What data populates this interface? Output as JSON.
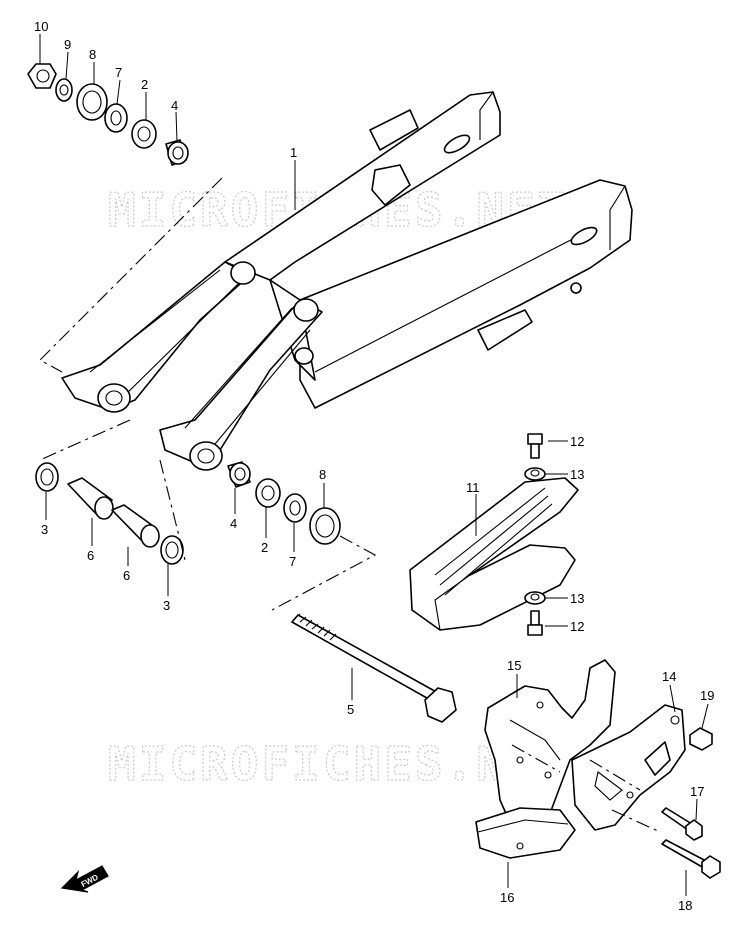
{
  "watermark": "MICROFICHES.NET",
  "fwd_label": "FWD",
  "callouts": [
    {
      "id": "c10",
      "label": "10"
    },
    {
      "id": "c9",
      "label": "9"
    },
    {
      "id": "c8a",
      "label": "8"
    },
    {
      "id": "c7a",
      "label": "7"
    },
    {
      "id": "c2a",
      "label": "2"
    },
    {
      "id": "c4a",
      "label": "4"
    },
    {
      "id": "c1",
      "label": "1"
    },
    {
      "id": "c3a",
      "label": "3"
    },
    {
      "id": "c6a",
      "label": "6"
    },
    {
      "id": "c6b",
      "label": "6"
    },
    {
      "id": "c3b",
      "label": "3"
    },
    {
      "id": "c4b",
      "label": "4"
    },
    {
      "id": "c2b",
      "label": "2"
    },
    {
      "id": "c7b",
      "label": "7"
    },
    {
      "id": "c8b",
      "label": "8"
    },
    {
      "id": "c5",
      "label": "5"
    },
    {
      "id": "c12a",
      "label": "12"
    },
    {
      "id": "c13a",
      "label": "13"
    },
    {
      "id": "c11",
      "label": "11"
    },
    {
      "id": "c13b",
      "label": "13"
    },
    {
      "id": "c12b",
      "label": "12"
    },
    {
      "id": "c15",
      "label": "15"
    },
    {
      "id": "c14",
      "label": "14"
    },
    {
      "id": "c19",
      "label": "19"
    },
    {
      "id": "c17",
      "label": "17"
    },
    {
      "id": "c16",
      "label": "16"
    },
    {
      "id": "c18",
      "label": "18"
    }
  ]
}
